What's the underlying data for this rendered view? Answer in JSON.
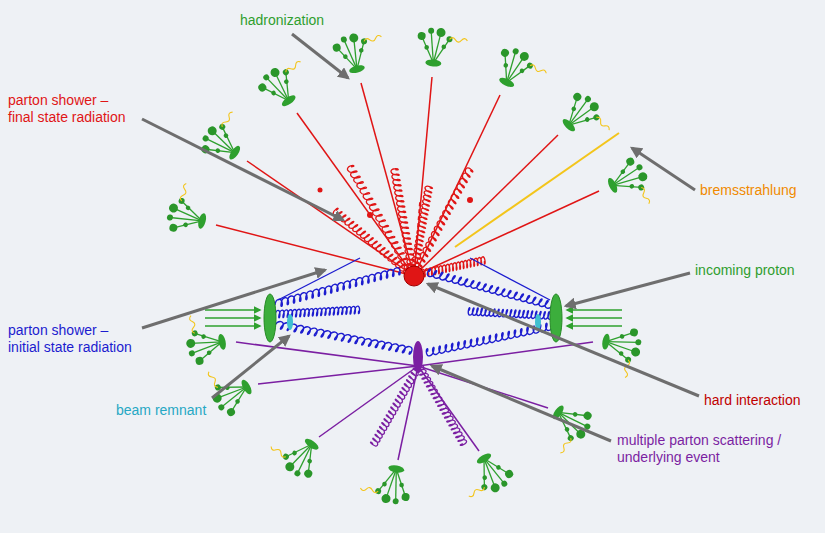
{
  "diagram": {
    "labels": [
      "hadronization",
      "parton shower – final state radiation",
      "bremsstrahlung",
      "incoming proton",
      "parton shower – initial state radiation",
      "hard interaction",
      "beam remnant",
      "multiple parton scattering / underlying event"
    ]
  }
}
